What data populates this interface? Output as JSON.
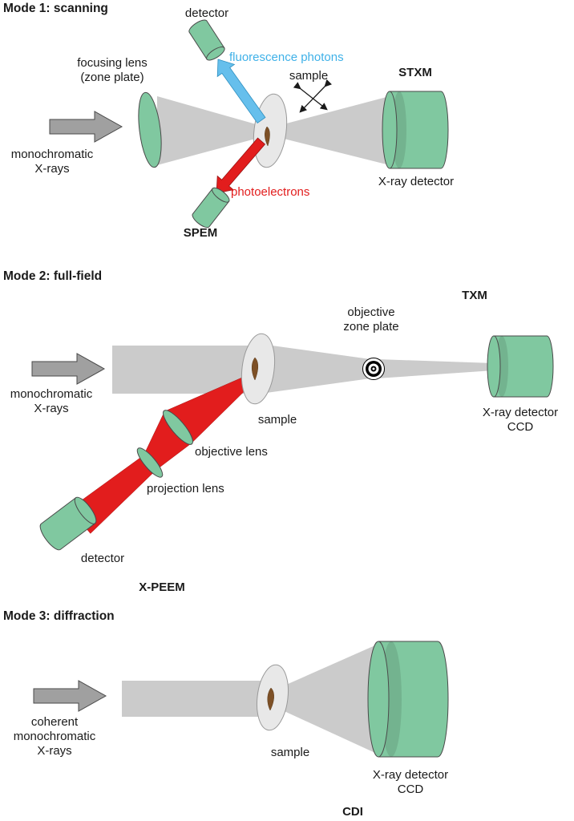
{
  "mode1": {
    "title": "Mode 1: scanning",
    "detector_label": "detector",
    "fluorescence_label": "fluorescence photons",
    "lens_line1": "focusing lens",
    "lens_line2": "(zone plate)",
    "sample_label": "sample",
    "technique_right": "STXM",
    "source_line1": "monochromatic",
    "source_line2": "X-rays",
    "photoelectrons_label": "photoelectrons",
    "technique_bottom": "SPEM",
    "xray_detector_label": "X-ray detector"
  },
  "mode2": {
    "title": "Mode 2: full-field",
    "source_line1": "monochromatic",
    "source_line2": "X-rays",
    "sample_label": "sample",
    "zoneplate_line1": "objective",
    "zoneplate_line2": "zone plate",
    "technique_right": "TXM",
    "ccd_line1": "X-ray detector",
    "ccd_line2": "CCD",
    "objective_lens_label": "objective lens",
    "projection_lens_label": "projection lens",
    "detector_label": "detector",
    "technique_bottom": "X-PEEM"
  },
  "mode3": {
    "title": "Mode 3: diffraction",
    "source_line1": "coherent",
    "source_line2": "monochromatic",
    "source_line3": "X-rays",
    "sample_label": "sample",
    "ccd_line1": "X-ray detector",
    "ccd_line2": "CCD",
    "technique_bottom": "CDI"
  },
  "colors": {
    "detector_green": "#80c8a0",
    "beam_gray": "#cbcbcb",
    "source_arrow_gray": "#a0a0a0",
    "fluorescence_blue": "#56b9ec",
    "photoelectron_red": "#e21d1d",
    "sample_disc_gray": "#e8e8e8",
    "sample_spot_brown": "#7d5026"
  }
}
